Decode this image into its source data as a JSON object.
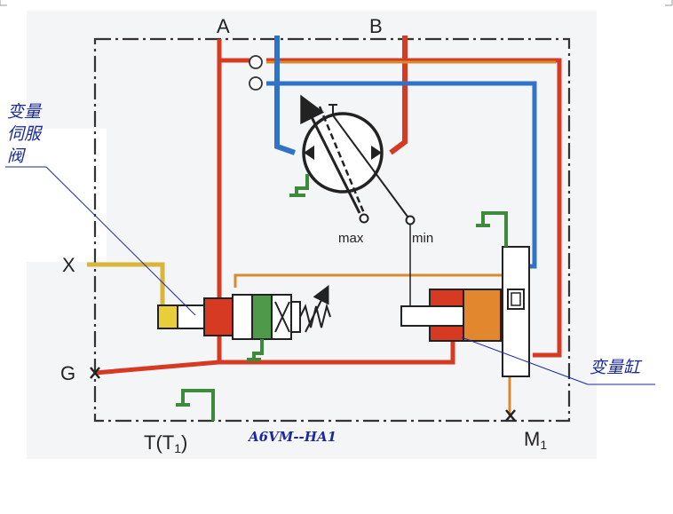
{
  "labels": {
    "port_a": "A",
    "port_b": "B",
    "port_x": "X",
    "port_g": "G",
    "port_t_main": "T(T",
    "port_t_sub": "1",
    "port_t_close": ")",
    "port_m_main": "M",
    "port_m_sub": "1",
    "max": "max",
    "min": "min",
    "servo_valve_line1": "变量",
    "servo_valve_line2": "伺服",
    "servo_valve_line3": "阀",
    "cylinder": "变量缸",
    "model": "A6VM--HA1"
  },
  "colors": {
    "pressure_red": "#d63a22",
    "return_blue": "#2f73c8",
    "pilot_yellow": "#d9b53a",
    "drain_green": "#3d8a3a",
    "feedback_orange": "#d98a2c",
    "annotation_blue": "#1a2a9a"
  }
}
